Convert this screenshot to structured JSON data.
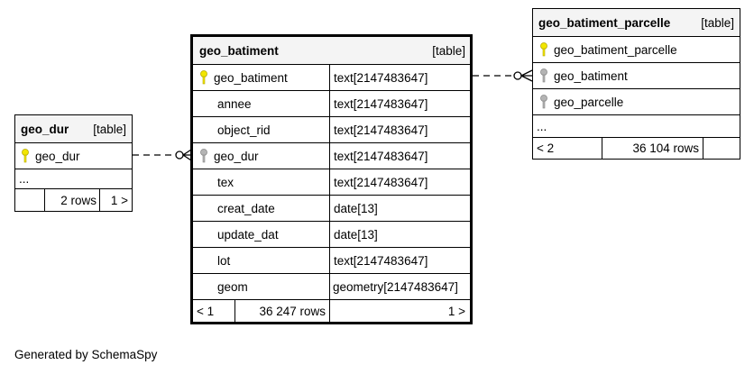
{
  "tables": {
    "geo_dur": {
      "name": "geo_dur",
      "type": "[table]",
      "columns": [
        {
          "name": "geo_dur",
          "key": "primary"
        }
      ],
      "more": "...",
      "footer": {
        "left": "",
        "rows": "2 rows",
        "right": "1 >"
      }
    },
    "geo_batiment": {
      "name": "geo_batiment",
      "type": "[table]",
      "columns": [
        {
          "name": "geo_batiment",
          "type": "text[2147483647]",
          "key": "primary"
        },
        {
          "name": "annee",
          "type": "text[2147483647]",
          "key": ""
        },
        {
          "name": "object_rid",
          "type": "text[2147483647]",
          "key": ""
        },
        {
          "name": "geo_dur",
          "type": "text[2147483647]",
          "key": "foreign"
        },
        {
          "name": "tex",
          "type": "text[2147483647]",
          "key": ""
        },
        {
          "name": "creat_date",
          "type": "date[13]",
          "key": ""
        },
        {
          "name": "update_dat",
          "type": "date[13]",
          "key": ""
        },
        {
          "name": "lot",
          "type": "text[2147483647]",
          "key": ""
        },
        {
          "name": "geom",
          "type": "geometry[2147483647]",
          "key": ""
        }
      ],
      "footer": {
        "left": "< 1",
        "rows": "36 247 rows",
        "right": "1 >"
      }
    },
    "geo_batiment_parcelle": {
      "name": "geo_batiment_parcelle",
      "type": "[table]",
      "columns": [
        {
          "name": "geo_batiment_parcelle",
          "key": "primary"
        },
        {
          "name": "geo_batiment",
          "key": "foreign"
        },
        {
          "name": "geo_parcelle",
          "key": "foreign"
        }
      ],
      "more": "...",
      "footer": {
        "left": "< 2",
        "rows": "36 104 rows",
        "right": ""
      }
    }
  },
  "colors": {
    "primary_key": "#f2e600",
    "foreign_key": "#b4b4b4",
    "header_bg": "#f4f4f4"
  },
  "footer_text": "Generated by SchemaSpy"
}
